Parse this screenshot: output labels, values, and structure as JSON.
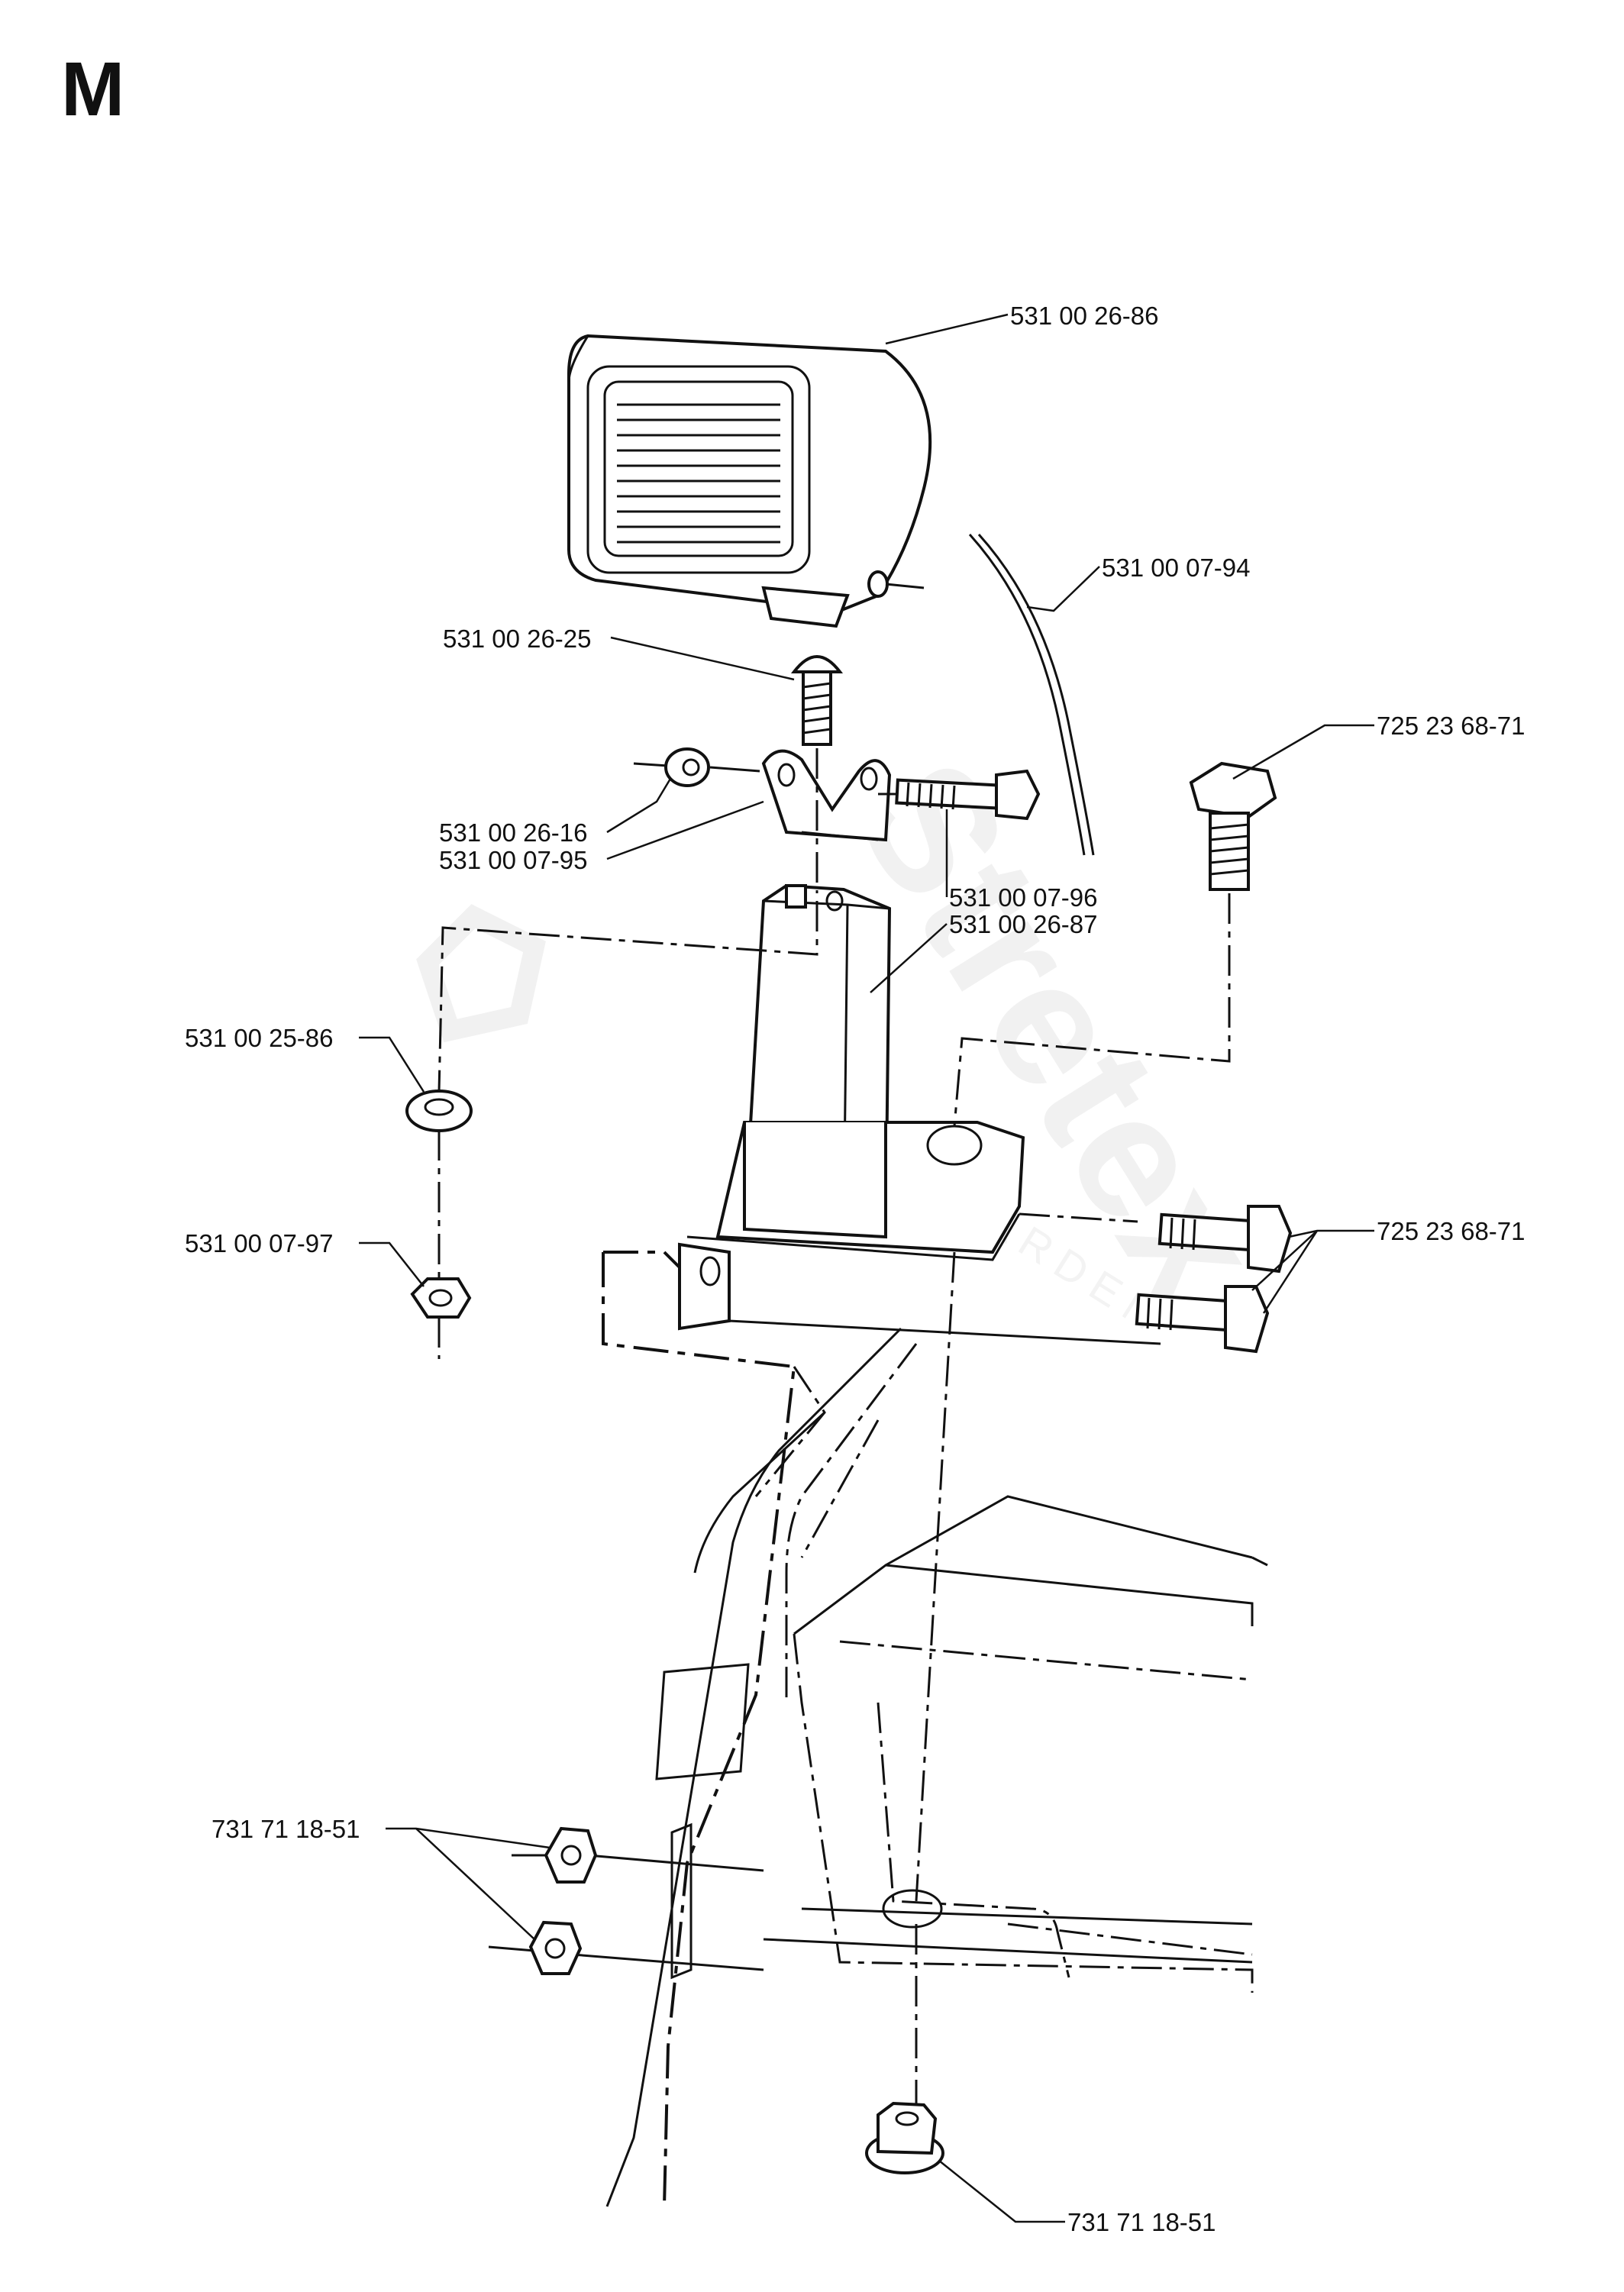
{
  "section": "M",
  "watermark": {
    "brand": "Stretex",
    "sub": "GARDEN"
  },
  "labels": {
    "lamp": "531 00 26-86",
    "cable": "531 00 07-94",
    "carriage_bolt": "531 00 26-25",
    "hex_bolt_top": "725 23 68-71",
    "nut_left": "531 00 26-16",
    "bracket": "531 00 07-95",
    "bolt_mid": "531 00 07-96",
    "pillar": "531 00 26-87",
    "lock_washer": "531 00 25-86",
    "nut_lower": "531 00 07-97",
    "bolts_right": "725 23 68-71",
    "nuts_left_bottom": "731 71 18-51",
    "flange_nut_bottom": "731 71 18-51"
  }
}
